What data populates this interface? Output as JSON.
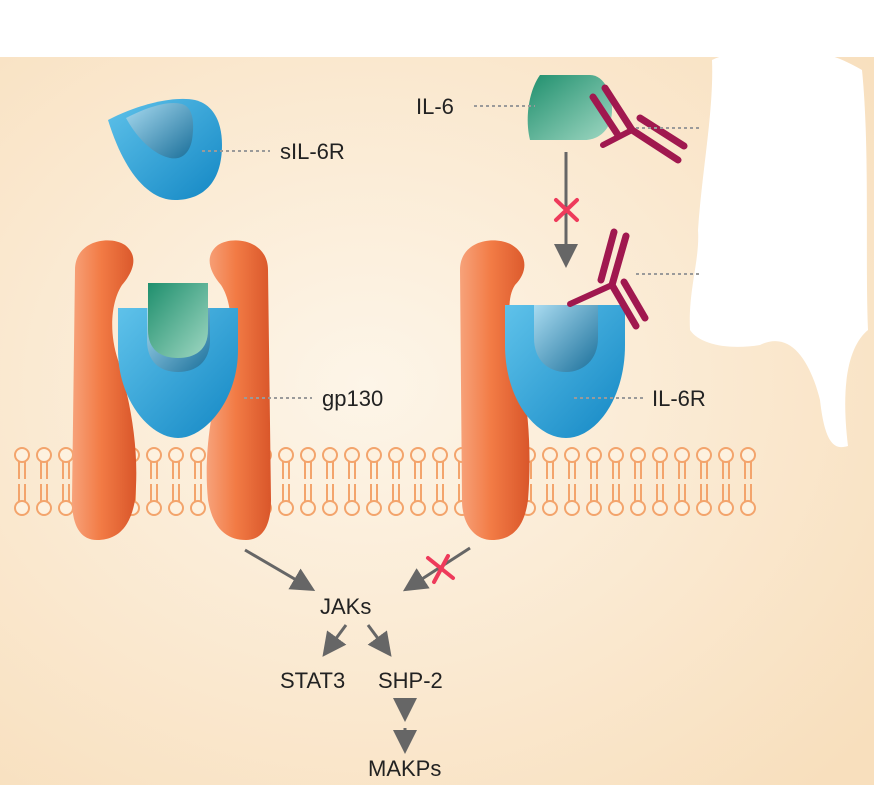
{
  "labels": {
    "sil6r": "sIL-6R",
    "il6": "IL-6",
    "gp130": "gp130",
    "il6r": "IL-6R",
    "jaks": "JAKs",
    "stat3": "STAT3",
    "shp2": "SHP-2",
    "makps": "MAKPs"
  },
  "colors": {
    "background_center": "#fdf1df",
    "background_edge": "#f8dfbd",
    "gp130": "#f27b45",
    "gp130_dark": "#d95f2b",
    "receptor_outer": "#1d9bd6",
    "receptor_inner": "#1b7fae",
    "il6": "#2e9e7d",
    "antibody": "#a0184f",
    "membrane": "#f3a46c",
    "arrow": "#666666",
    "block_mark": "#ee3a5b"
  },
  "icons": [
    "antibody-icon",
    "block-x-icon",
    "arrow-icon"
  ]
}
